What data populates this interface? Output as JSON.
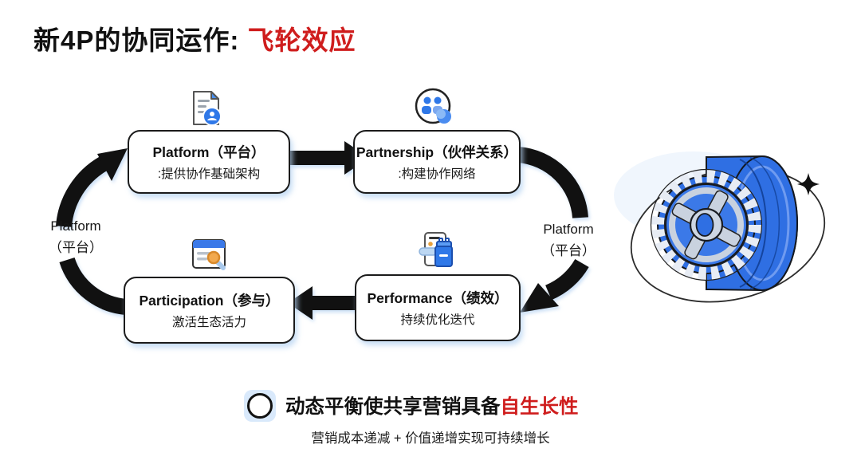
{
  "title": {
    "black": "新4P的协同运作: ",
    "red": "飞轮效应"
  },
  "cycle": {
    "boxes": [
      {
        "id": "platform",
        "title": "Platform（平台）",
        "desc": ":提供协作基础架构",
        "icon": "document-user-icon"
      },
      {
        "id": "partnership",
        "title": "Partnership（伙伴关系）",
        "desc": ":构建协作网络",
        "icon": "people-circle-icon"
      },
      {
        "id": "participation",
        "title": "Participation（参与）",
        "desc": "激活生态活力",
        "icon": "browser-search-icon"
      },
      {
        "id": "performance",
        "title": "Performance（绩效）",
        "desc": "持续优化迭代",
        "icon": "phone-usb-icon"
      }
    ],
    "side_labels": {
      "left": {
        "line1": "Platform",
        "line2": "（平台）"
      },
      "right": {
        "line1": "Platform",
        "line2": "（平台）"
      }
    }
  },
  "conclusion": {
    "main_black": "动态平衡使共享营销具备",
    "main_red": "自生长性",
    "sub": "营销成本递减 + 价值递增实现可持续增长"
  },
  "colors": {
    "accent_red": "#cf1d1d",
    "brand_blue": "#2f6fe3",
    "light_blue": "#d9e9fb",
    "arrow_black": "#111111"
  }
}
